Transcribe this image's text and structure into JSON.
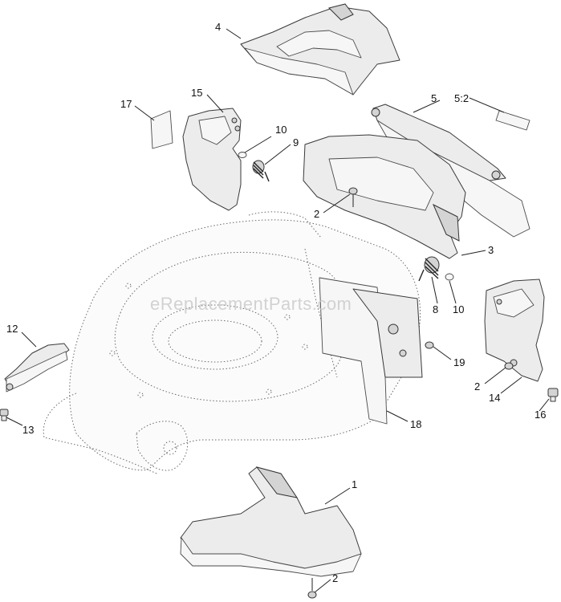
{
  "watermark": "eReplacementParts.com",
  "callouts": {
    "c1": "1",
    "c2a": "2",
    "c2b": "2",
    "c2c": "2",
    "c3": "3",
    "c4": "4",
    "c5": "5",
    "c5_2": "5:2",
    "c8": "8",
    "c9": "9",
    "c10a": "10",
    "c10b": "10",
    "c12": "12",
    "c13": "13",
    "c14": "14",
    "c15": "15",
    "c16": "16",
    "c17": "17",
    "c18": "18",
    "c19": "19"
  }
}
